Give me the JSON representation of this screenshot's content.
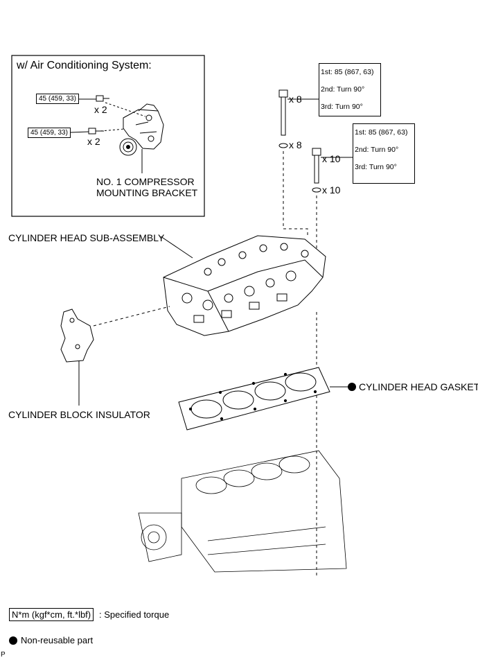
{
  "ac_panel": {
    "title": "w/ Air Conditioning System:",
    "torque_1": "45 (459, 33)",
    "torque_2": "45 (459, 33)",
    "qty_1": "x 2",
    "qty_2": "x 2",
    "bracket_label_line1": "NO. 1 COMPRESSOR",
    "bracket_label_line2": "MOUNTING BRACKET"
  },
  "bolt_spec_1": {
    "step1": "1st: 85 (867, 63)",
    "step2": "2nd: Turn 90°",
    "step3": "3rd: Turn 90°",
    "bolt_qty": "x 8",
    "washer_qty": "x 8"
  },
  "bolt_spec_2": {
    "step1": "1st: 85 (867, 63)",
    "step2": "2nd: Turn 90°",
    "step3": "3rd: Turn 90°",
    "bolt_qty": "x 10",
    "washer_qty": "x 10"
  },
  "labels": {
    "cylinder_head": "CYLINDER HEAD SUB-ASSEMBLY",
    "cylinder_block_insulator": "CYLINDER BLOCK INSULATOR",
    "cylinder_head_gasket": "CYLINDER HEAD GASKET"
  },
  "legend": {
    "torque_unit": "N*m (kgf*cm, ft.*lbf)",
    "torque_desc": ": Specified torque",
    "nonreusable_desc": "Non-reusable part"
  },
  "corner_mark": "P"
}
